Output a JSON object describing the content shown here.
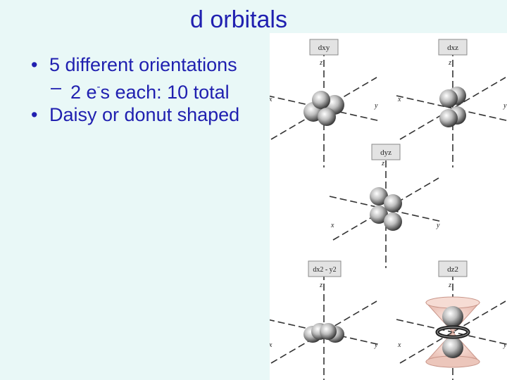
{
  "slide": {
    "title": "d orbitals",
    "bullets": [
      {
        "text": "5 different orientations"
      },
      {
        "pre": "2 e",
        "sup": "-",
        "post": "s each: 10 total"
      },
      {
        "text": "Daisy or donut shaped"
      }
    ],
    "colors": {
      "background": "#e9f8f7",
      "text": "#2020b0"
    }
  },
  "figure": {
    "orbitals": [
      {
        "label": "dxy",
        "axes": {
          "z": "z",
          "x": "x",
          "y": "y"
        }
      },
      {
        "label": "dxz",
        "axes": {
          "z": "z",
          "x": "x",
          "y": "y"
        }
      },
      {
        "label": "dyz",
        "axes": {
          "z": "z",
          "x": "x",
          "y": "y"
        }
      },
      {
        "label": "dx2 - y2",
        "axes": {
          "z": "z",
          "x": "x",
          "y": "y"
        }
      },
      {
        "label": "dz2",
        "axes": {
          "z": "z",
          "x": "x",
          "y": "y"
        }
      }
    ]
  }
}
